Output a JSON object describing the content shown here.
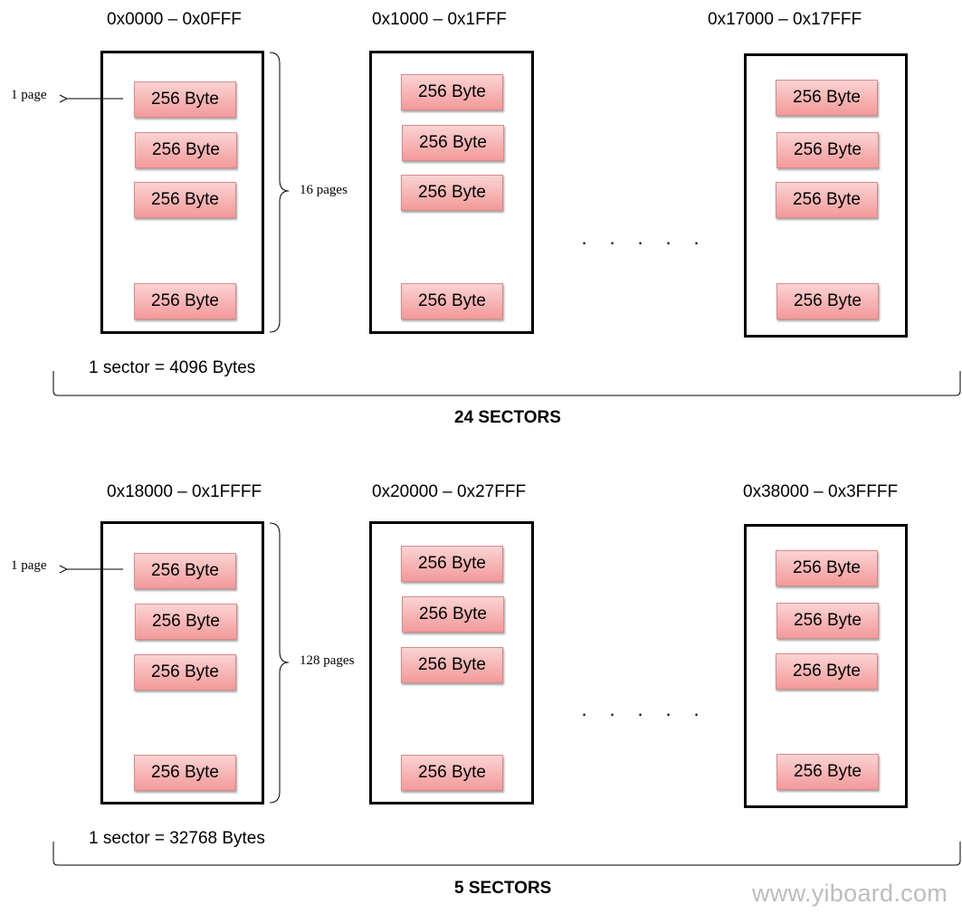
{
  "group1": {
    "sectors": [
      {
        "range": "0x0000 – 0x0FFF",
        "pages": [
          "256 Byte",
          "256 Byte",
          "256 Byte",
          "256 Byte"
        ]
      },
      {
        "range": "0x1000 – 0x1FFF",
        "pages": [
          "256 Byte",
          "256 Byte",
          "256 Byte",
          "256 Byte"
        ]
      },
      {
        "range": "0x17000 – 0x17FFF",
        "pages": [
          "256 Byte",
          "256 Byte",
          "256 Byte",
          "256 Byte"
        ]
      }
    ],
    "page_label": "1 page",
    "pages_label": "16 pages",
    "sector_size": "1 sector = 4096 Bytes",
    "total": "24 SECTORS"
  },
  "group2": {
    "sectors": [
      {
        "range": "0x18000 – 0x1FFFF",
        "pages": [
          "256 Byte",
          "256 Byte",
          "256 Byte",
          "256 Byte"
        ]
      },
      {
        "range": "0x20000 – 0x27FFF",
        "pages": [
          "256 Byte",
          "256 Byte",
          "256 Byte",
          "256 Byte"
        ]
      },
      {
        "range": "0x38000 – 0x3FFFF",
        "pages": [
          "256 Byte",
          "256 Byte",
          "256 Byte",
          "256 Byte"
        ]
      }
    ],
    "page_label": "1 page",
    "pages_label": "128 pages",
    "sector_size": "1 sector = 32768 Bytes",
    "total": "5 SECTORS"
  },
  "ellipsis": [
    "·",
    "·",
    "·",
    "·",
    "·"
  ],
  "watermark": "www.yiboard.com"
}
